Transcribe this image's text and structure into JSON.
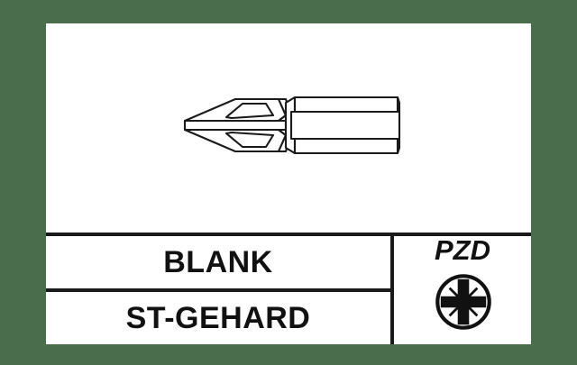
{
  "background": {
    "color": "#4a6e4c"
  },
  "card": {
    "background_color": "#ffffff",
    "border_color": "#1a1a1a"
  },
  "illustration": {
    "name": "screwdriver-bit-line-drawing",
    "description": "Technical line drawing of a Pozidriv screwdriver bit with hex shank, pointing left",
    "stroke_color": "#1a1a1a"
  },
  "spec_table": {
    "rows": [
      {
        "name": "blank-row",
        "value": "BLANK"
      },
      {
        "name": "material-row",
        "value": "ST-GEHARD"
      }
    ]
  },
  "drive": {
    "code": "PZD",
    "symbol_name": "pozidriv-screw-head-icon",
    "symbol_color": "#111111"
  }
}
